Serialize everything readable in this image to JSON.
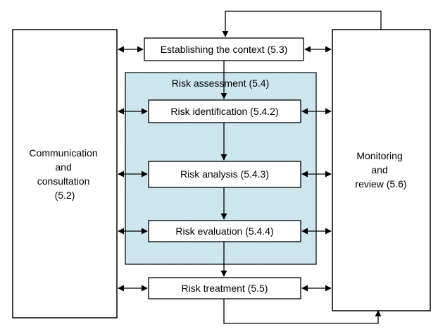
{
  "diagram": {
    "side_boxes": {
      "communication": [
        "Communication",
        "and",
        "consultation",
        "(5.2)"
      ],
      "monitoring": [
        "Monitoring",
        "and",
        "review (5.6)"
      ]
    },
    "assessment_group": {
      "label": "Risk assessment (5.4)"
    },
    "steps": {
      "context": "Establishing the context (5.3)",
      "identification": "Risk identification (5.4.2)",
      "analysis": "Risk analysis (5.4.3)",
      "evaluation": "Risk evaluation (5.4.4)",
      "treatment": "Risk treatment (5.5)"
    },
    "colors": {
      "stroke": "#000000",
      "box_fill": "#ffffff",
      "assessment_fill": "#d6ecf3",
      "assessment_pattern": "#a9cfdc"
    }
  }
}
